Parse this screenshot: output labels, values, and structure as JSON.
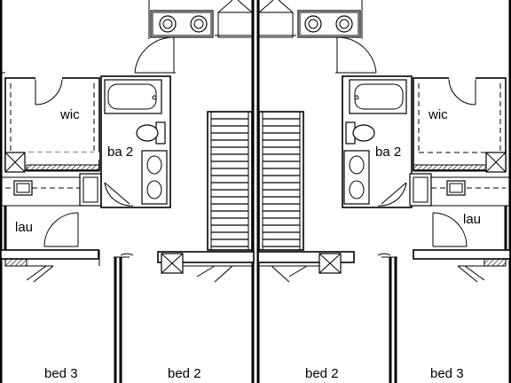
{
  "labels": {
    "wic": "wic",
    "bath": "ba 2",
    "laundry": "lau",
    "bed_outer": "bed 3",
    "bed_inner": "bed 2"
  }
}
